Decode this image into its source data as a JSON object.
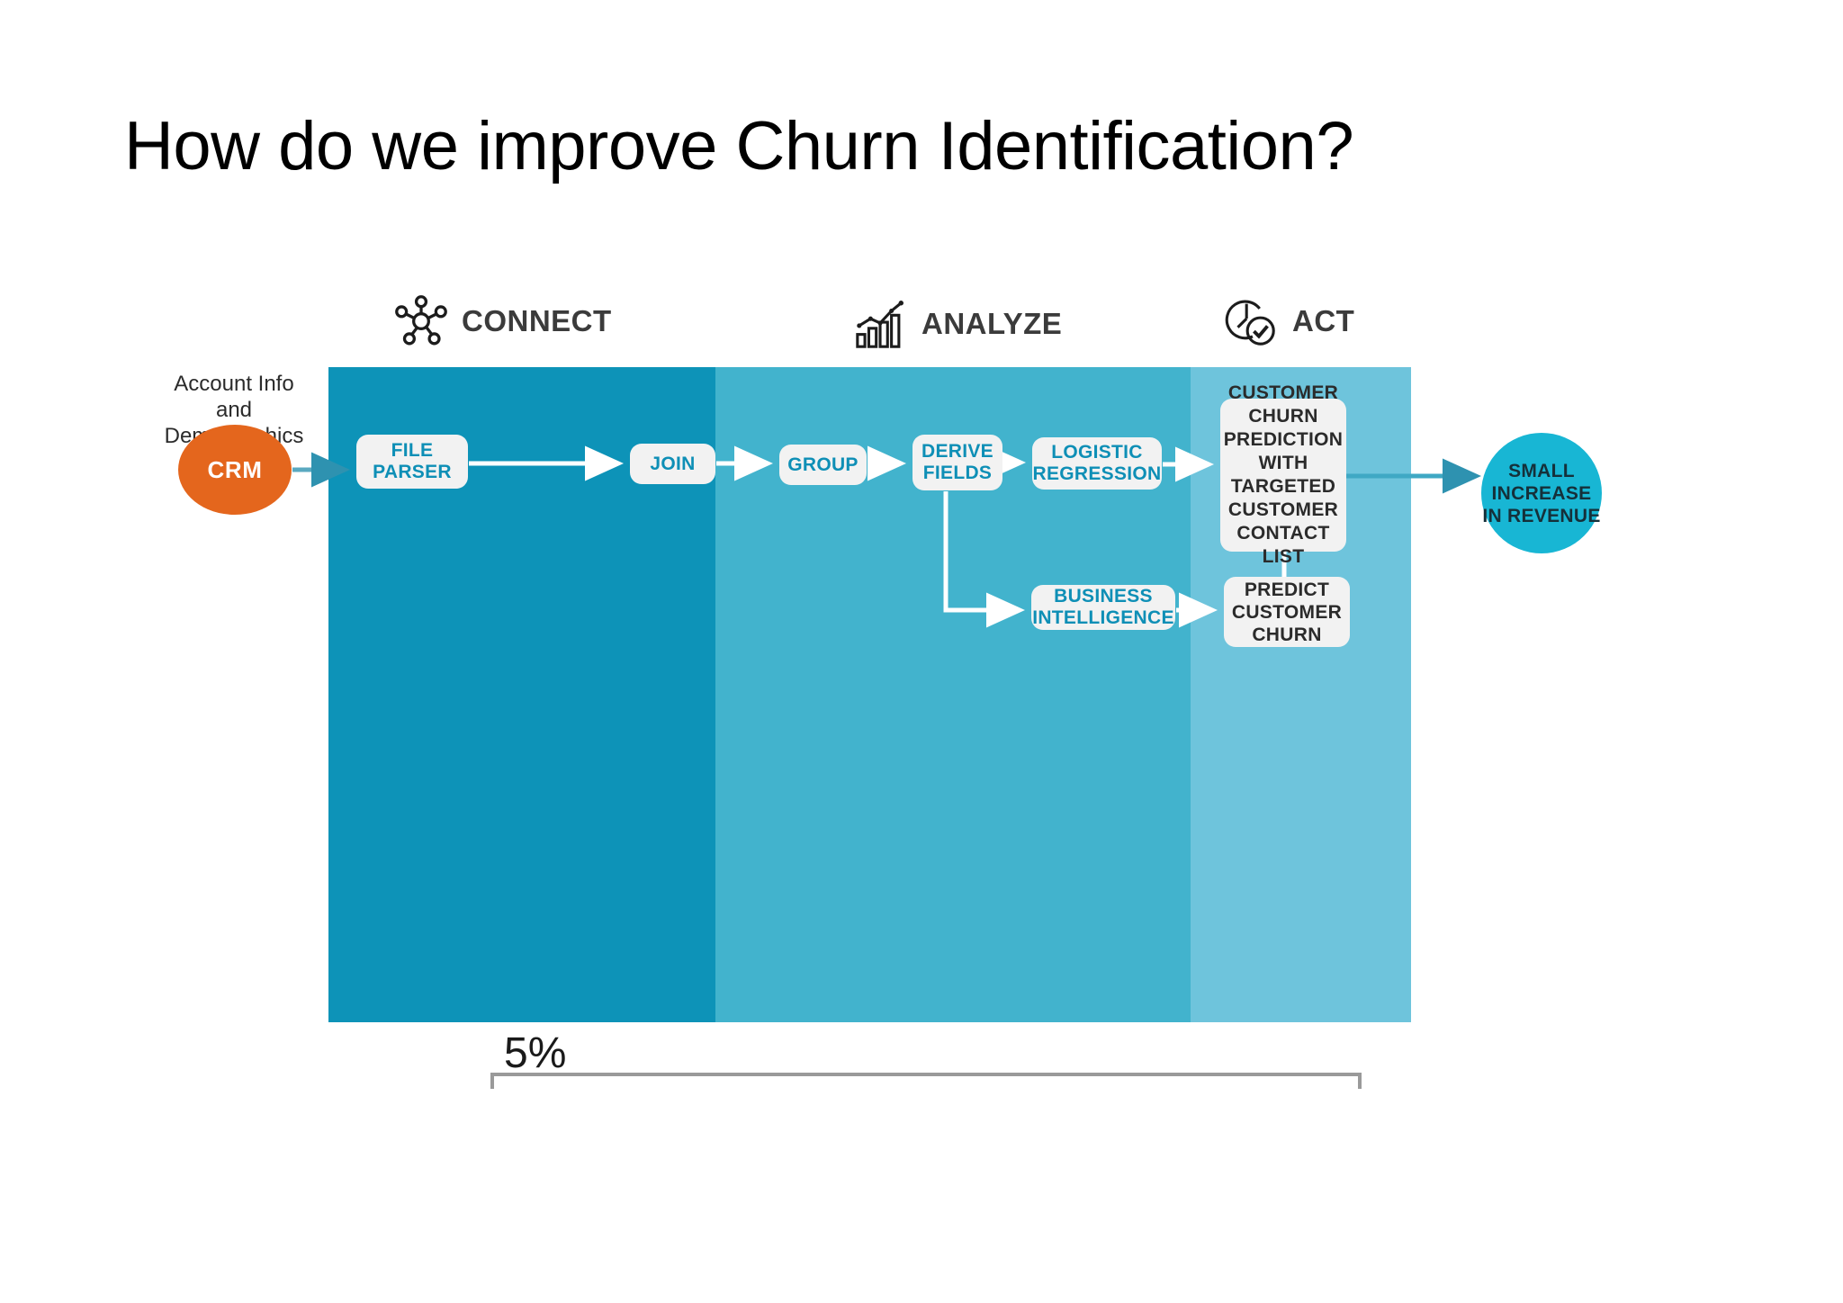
{
  "slide": {
    "title": "How do we improve Churn Identification?"
  },
  "phases": [
    {
      "id": "connect",
      "label": "CONNECT",
      "icon": "network-nodes-icon",
      "band_color": "#0d93b8"
    },
    {
      "id": "analyze",
      "label": "ANALYZE",
      "icon": "bar-chart-trend-icon",
      "band_color": "#42b3cd"
    },
    {
      "id": "act",
      "label": "ACT",
      "icon": "clock-check-icon",
      "band_color": "#6ec4dc"
    }
  ],
  "source": {
    "caption": "Account Info and Demographics",
    "node_label": "CRM",
    "color": "#e4661d"
  },
  "nodes": {
    "file_parser": "FILE PARSER",
    "join": "JOIN",
    "group": "GROUP",
    "derive_fields": "DERIVE FIELDS",
    "logistic_regression": "LOGISTIC REGRESSION",
    "business_intelligence": "BUSINESS INTELLIGENCE",
    "customer_churn_prediction": "CUSTOMER CHURN PREDICTION WITH TARGETED CUSTOMER CONTACT LIST",
    "predict_customer_churn": "PREDICT CUSTOMER CHURN"
  },
  "outcome": {
    "label": "SMALL INCREASE IN REVENUE",
    "color": "#18b6d4"
  },
  "bracket": {
    "value": "5%"
  },
  "chart_data": {
    "type": "diagram",
    "title": "How do we improve Churn Identification?",
    "flow": [
      {
        "from": "CRM",
        "to": "FILE PARSER"
      },
      {
        "from": "FILE PARSER",
        "to": "JOIN"
      },
      {
        "from": "JOIN",
        "to": "GROUP"
      },
      {
        "from": "GROUP",
        "to": "DERIVE FIELDS"
      },
      {
        "from": "DERIVE FIELDS",
        "to": "LOGISTIC REGRESSION"
      },
      {
        "from": "DERIVE FIELDS",
        "to": "BUSINESS INTELLIGENCE"
      },
      {
        "from": "LOGISTIC REGRESSION",
        "to": "CUSTOMER CHURN PREDICTION WITH TARGETED CUSTOMER CONTACT LIST"
      },
      {
        "from": "BUSINESS INTELLIGENCE",
        "to": "PREDICT CUSTOMER CHURN"
      },
      {
        "from": "CUSTOMER CHURN PREDICTION WITH TARGETED CUSTOMER CONTACT LIST",
        "to": "PREDICT CUSTOMER CHURN"
      },
      {
        "from": "CUSTOMER CHURN PREDICTION WITH TARGETED CUSTOMER CONTACT LIST",
        "to": "SMALL INCREASE IN REVENUE"
      }
    ],
    "annotations": [
      {
        "text": "5%",
        "span": "CONNECT through ACT"
      }
    ]
  }
}
